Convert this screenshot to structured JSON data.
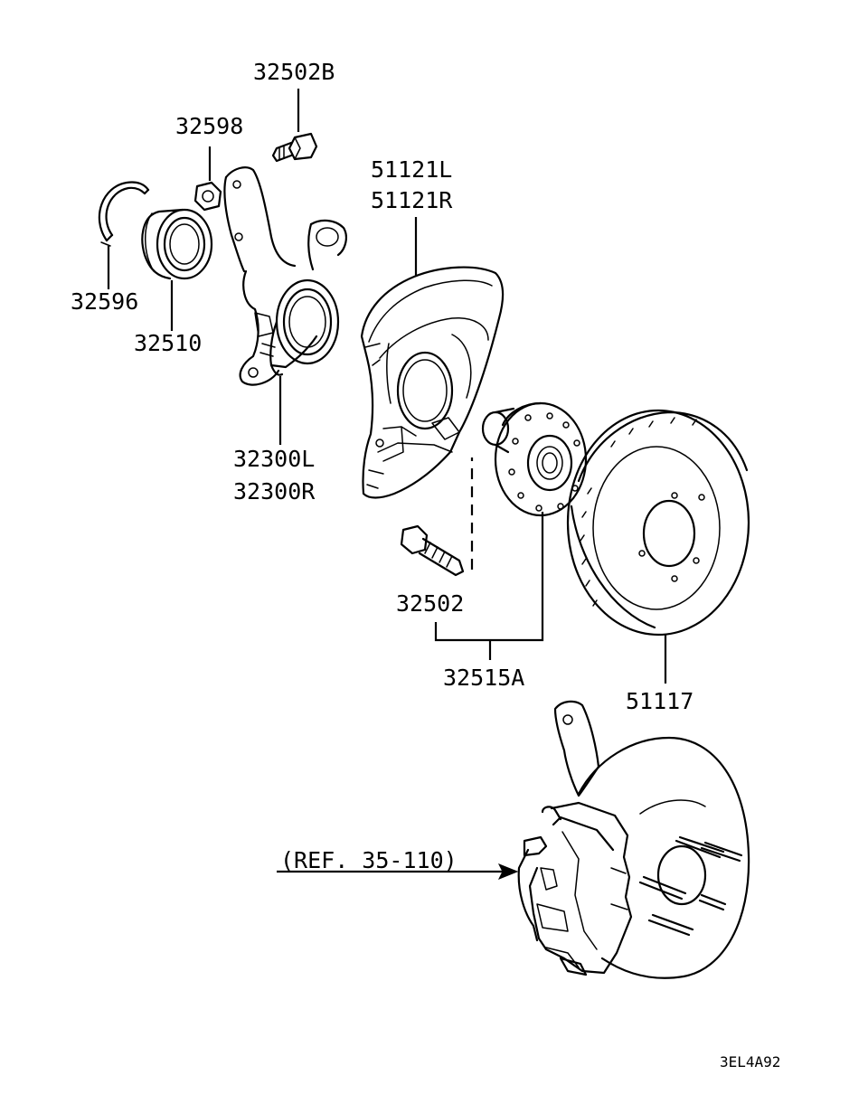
{
  "diagram": {
    "parts": [
      {
        "key": "bolt_32502B",
        "label": "32502B"
      },
      {
        "key": "nut_32598",
        "label": "32598"
      },
      {
        "key": "snap_ring_32596",
        "label": "32596"
      },
      {
        "key": "bearing_32510",
        "label": "32510"
      },
      {
        "key": "knuckle_32300",
        "label": "32300L",
        "label2": "32300R"
      },
      {
        "key": "dust_cover_51121",
        "label": "51121L",
        "label2": "51121R"
      },
      {
        "key": "hub_bolt_32502",
        "label": "32502"
      },
      {
        "key": "hub_32515A",
        "label": "32515A"
      },
      {
        "key": "disc_51117",
        "label": "51117"
      }
    ],
    "reference": "(REF. 35-110)",
    "drawing_code": "3EL4A92"
  }
}
